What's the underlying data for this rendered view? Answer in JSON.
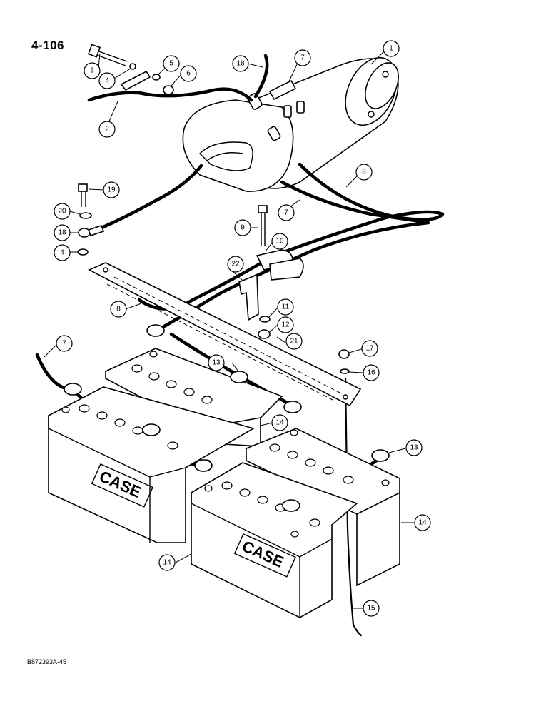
{
  "header": {
    "page_number": "4-106"
  },
  "footer": {
    "ref_code": "B872393A-45"
  },
  "battery_logo": "CASE",
  "callouts": [
    "1",
    "2",
    "3",
    "4",
    "5",
    "6",
    "7",
    "8",
    "9",
    "10",
    "11",
    "12",
    "13",
    "14",
    "15",
    "16",
    "17",
    "18",
    "19",
    "20",
    "21",
    "22"
  ]
}
